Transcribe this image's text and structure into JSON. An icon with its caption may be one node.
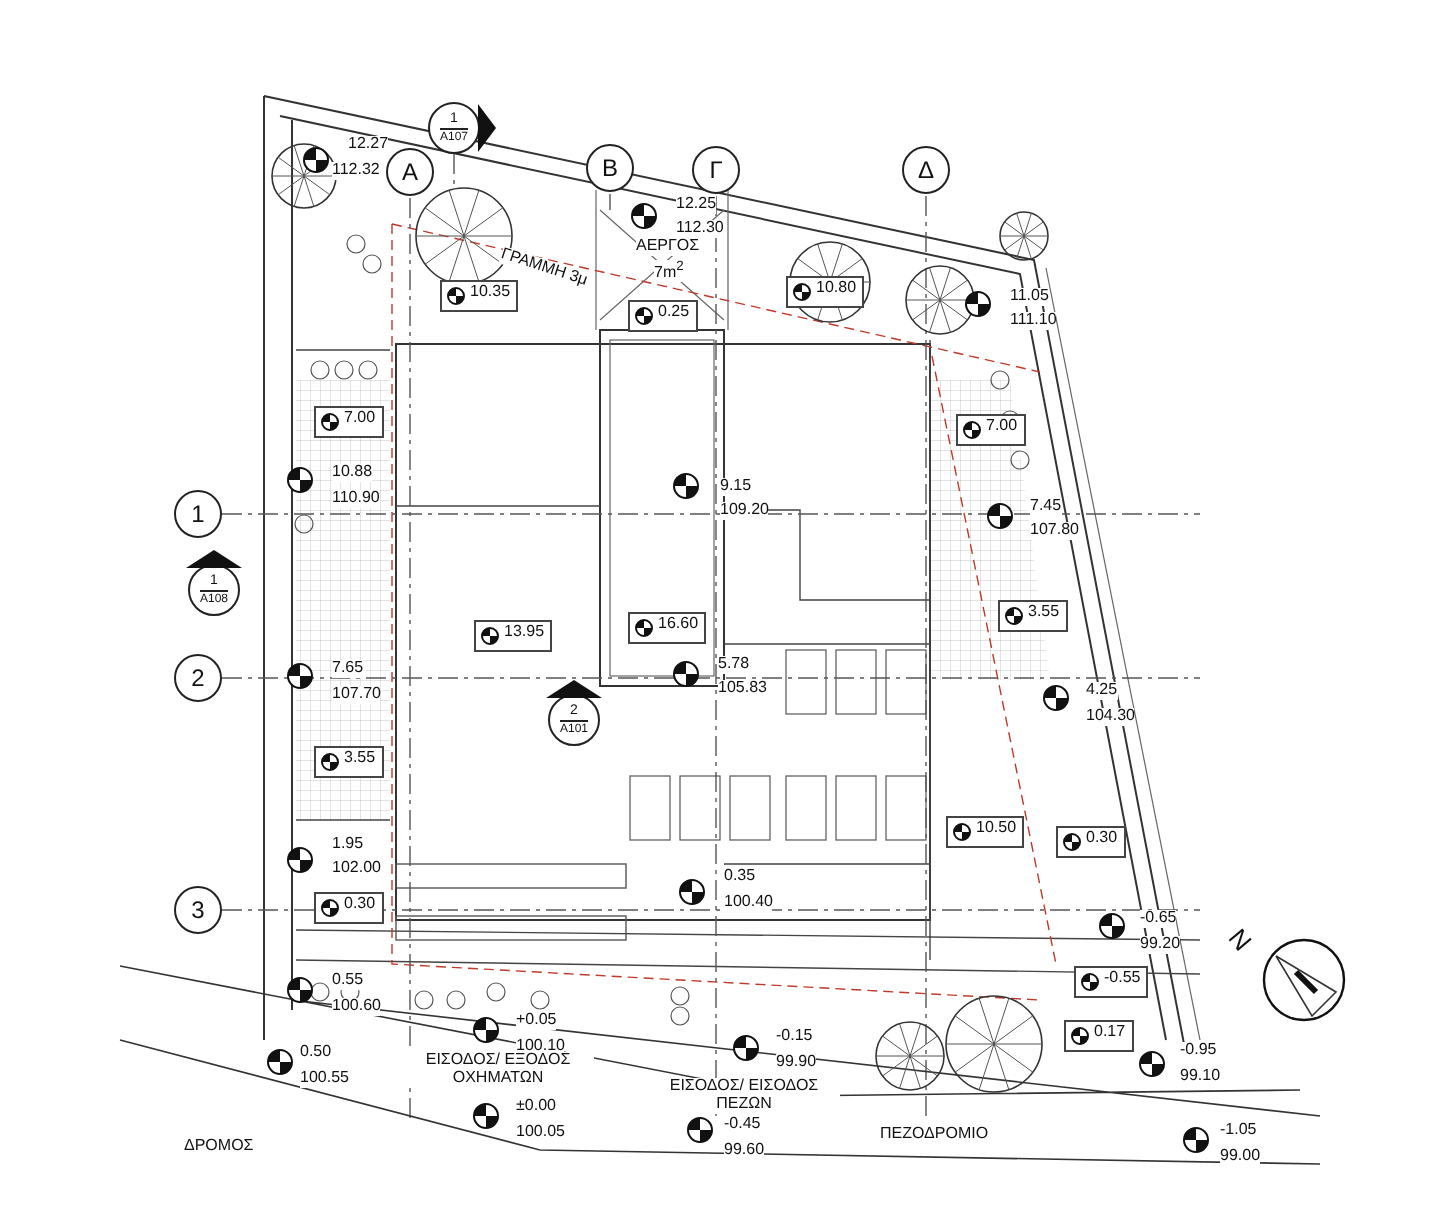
{
  "diagram": {
    "nodes": [
      {
        "text": [
          "1",
          "A107"
        ]
      },
      {
        "text": [
          "Α"
        ]
      },
      {
        "text": [
          "Β"
        ]
      },
      {
        "text": [
          "Γ"
        ]
      },
      {
        "text": [
          "Δ"
        ]
      },
      {
        "text": [
          "10.35"
        ]
      },
      {
        "text": [
          "0.25"
        ]
      },
      {
        "text": [
          "10.80"
        ]
      },
      {
        "text": [
          "7.00"
        ]
      },
      {
        "text": [
          "7.00"
        ]
      },
      {
        "text": [
          "1"
        ]
      },
      {
        "text": [
          "1",
          "A108"
        ]
      },
      {
        "text": [
          "3.55"
        ]
      },
      {
        "text": [
          "16.60"
        ]
      },
      {
        "text": [
          "13.95"
        ]
      },
      {
        "text": [
          "2"
        ]
      },
      {
        "text": [
          "2",
          "A101"
        ]
      },
      {
        "text": [
          "3.55"
        ]
      },
      {
        "text": [
          "10.50"
        ]
      },
      {
        "text": [
          "0.30"
        ]
      },
      {
        "text": [
          "0.30"
        ]
      },
      {
        "text": [
          "3"
        ]
      },
      {
        "text": [
          "-0.55"
        ]
      },
      {
        "text": [
          "0.17"
        ]
      }
    ],
    "labels": [
      "12.27",
      "112.32",
      "12.25",
      "112.30",
      "ΓΡΑΜΜΗ 3μ",
      "ΑΕΡΓΟΣ",
      "7m$^{2}$",
      "11.05",
      "111.10",
      "10.88",
      "110.90",
      "9.15",
      "109.20",
      "7.45",
      "107.80",
      "7.65",
      "107.70",
      "5.78",
      "105.83",
      "4.25",
      "104.30",
      "1.95",
      "102.00",
      "0.35",
      "100.40",
      "-0.65",
      "99.20",
      "0.55",
      "100.60",
      "+0.05",
      "100.10",
      "0.50",
      "100.55",
      "-0.15",
      "99.90",
      "ΕΙΣΟΔΟΣ/ ΕΞΟΔΟΣ ΟΧΗΜΑΤΩΝ",
      "ΕΙΣΟΔΟΣ/ ΕΙΣΟΔΟΣ ΠΕΖΩΝ",
      "±0.00",
      "100.05",
      "-0.45",
      "99.60",
      "-0.95",
      "99.10",
      "-1.05",
      "99.00",
      "ΔΡΟΜΟΣ",
      "ΠΕΖΟΔΡΟΜΙΟ",
      "N"
    ]
  }
}
